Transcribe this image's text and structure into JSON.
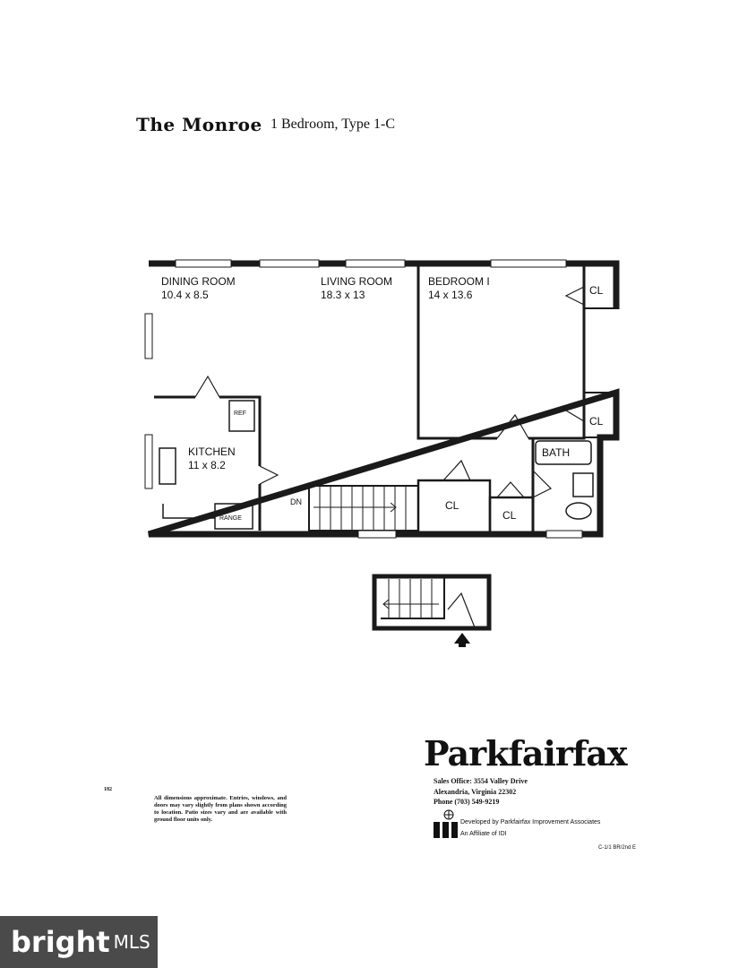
{
  "header": {
    "name": "The Monroe",
    "subtitle": "1 Bedroom, Type 1-C"
  },
  "rooms": {
    "dining": {
      "name": "DINING ROOM",
      "size": "10.4 x 8.5"
    },
    "living": {
      "name": "LIVING ROOM",
      "size": "18.3 x 13"
    },
    "bedroom": {
      "name": "BEDROOM I",
      "size": "14 x 13.6"
    },
    "kitchen": {
      "name": "KITCHEN",
      "size": "11 x 8.2"
    },
    "bath": "BATH",
    "closet": "CL",
    "ref": "REF",
    "range": "RANGE",
    "down": "DN"
  },
  "footer": {
    "page_number": "182",
    "disclaimer": "All dimensions approximate. Entries, windows, and doors may vary slightly from plans shown according to location. Patio sizes vary and are available with ground floor units only.",
    "logo": "Parkfairfax",
    "address1": "Sales Office: 3554 Valley Drive",
    "address2": "Alexandria, Virginia 22302",
    "phone": "Phone (703) 549-9219",
    "developer": "Developed by Parkfairfax Improvement Associates",
    "affiliate": "An Affiliate of IDI",
    "code": "C-1/1 BR/2nd E"
  },
  "watermark": {
    "brand": "bright",
    "suffix": "MLS"
  }
}
